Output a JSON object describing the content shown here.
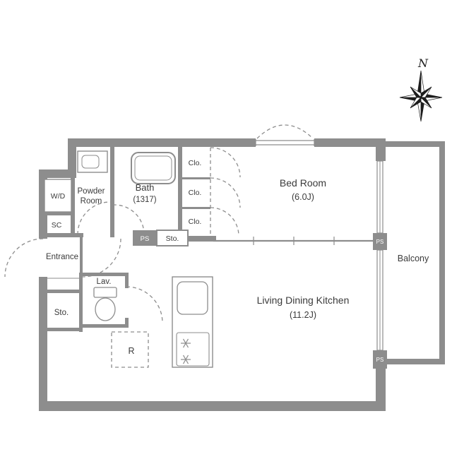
{
  "compass": {
    "north": "N"
  },
  "rooms": {
    "bath": {
      "name": "Bath",
      "dim": "(1317)"
    },
    "powder": {
      "line1": "Powder",
      "line2": "Room"
    },
    "wd": "W/D",
    "sc": "SC",
    "entrance": "Entrance",
    "lav": "Lav.",
    "sto_hall": "Sto.",
    "ps_hall": "PS",
    "sto_entry": "Sto.",
    "fridge": "R",
    "clo": [
      "Clo.",
      "Clo.",
      "Clo."
    ],
    "bedroom": {
      "name": "Bed Room",
      "dim": "(6.0J)"
    },
    "ldk": {
      "name": "Living Dining Kitchen",
      "dim": "(11.2J)"
    },
    "balcony": "Balcony",
    "ps_right_top": "PS",
    "ps_right_bottom": "PS"
  },
  "colors": {
    "wall": "#8d8d8d",
    "line": "#8d8d8d",
    "text": "#3a3a3a",
    "background": "#ffffff",
    "compass_dark": "#1c1c1c"
  }
}
